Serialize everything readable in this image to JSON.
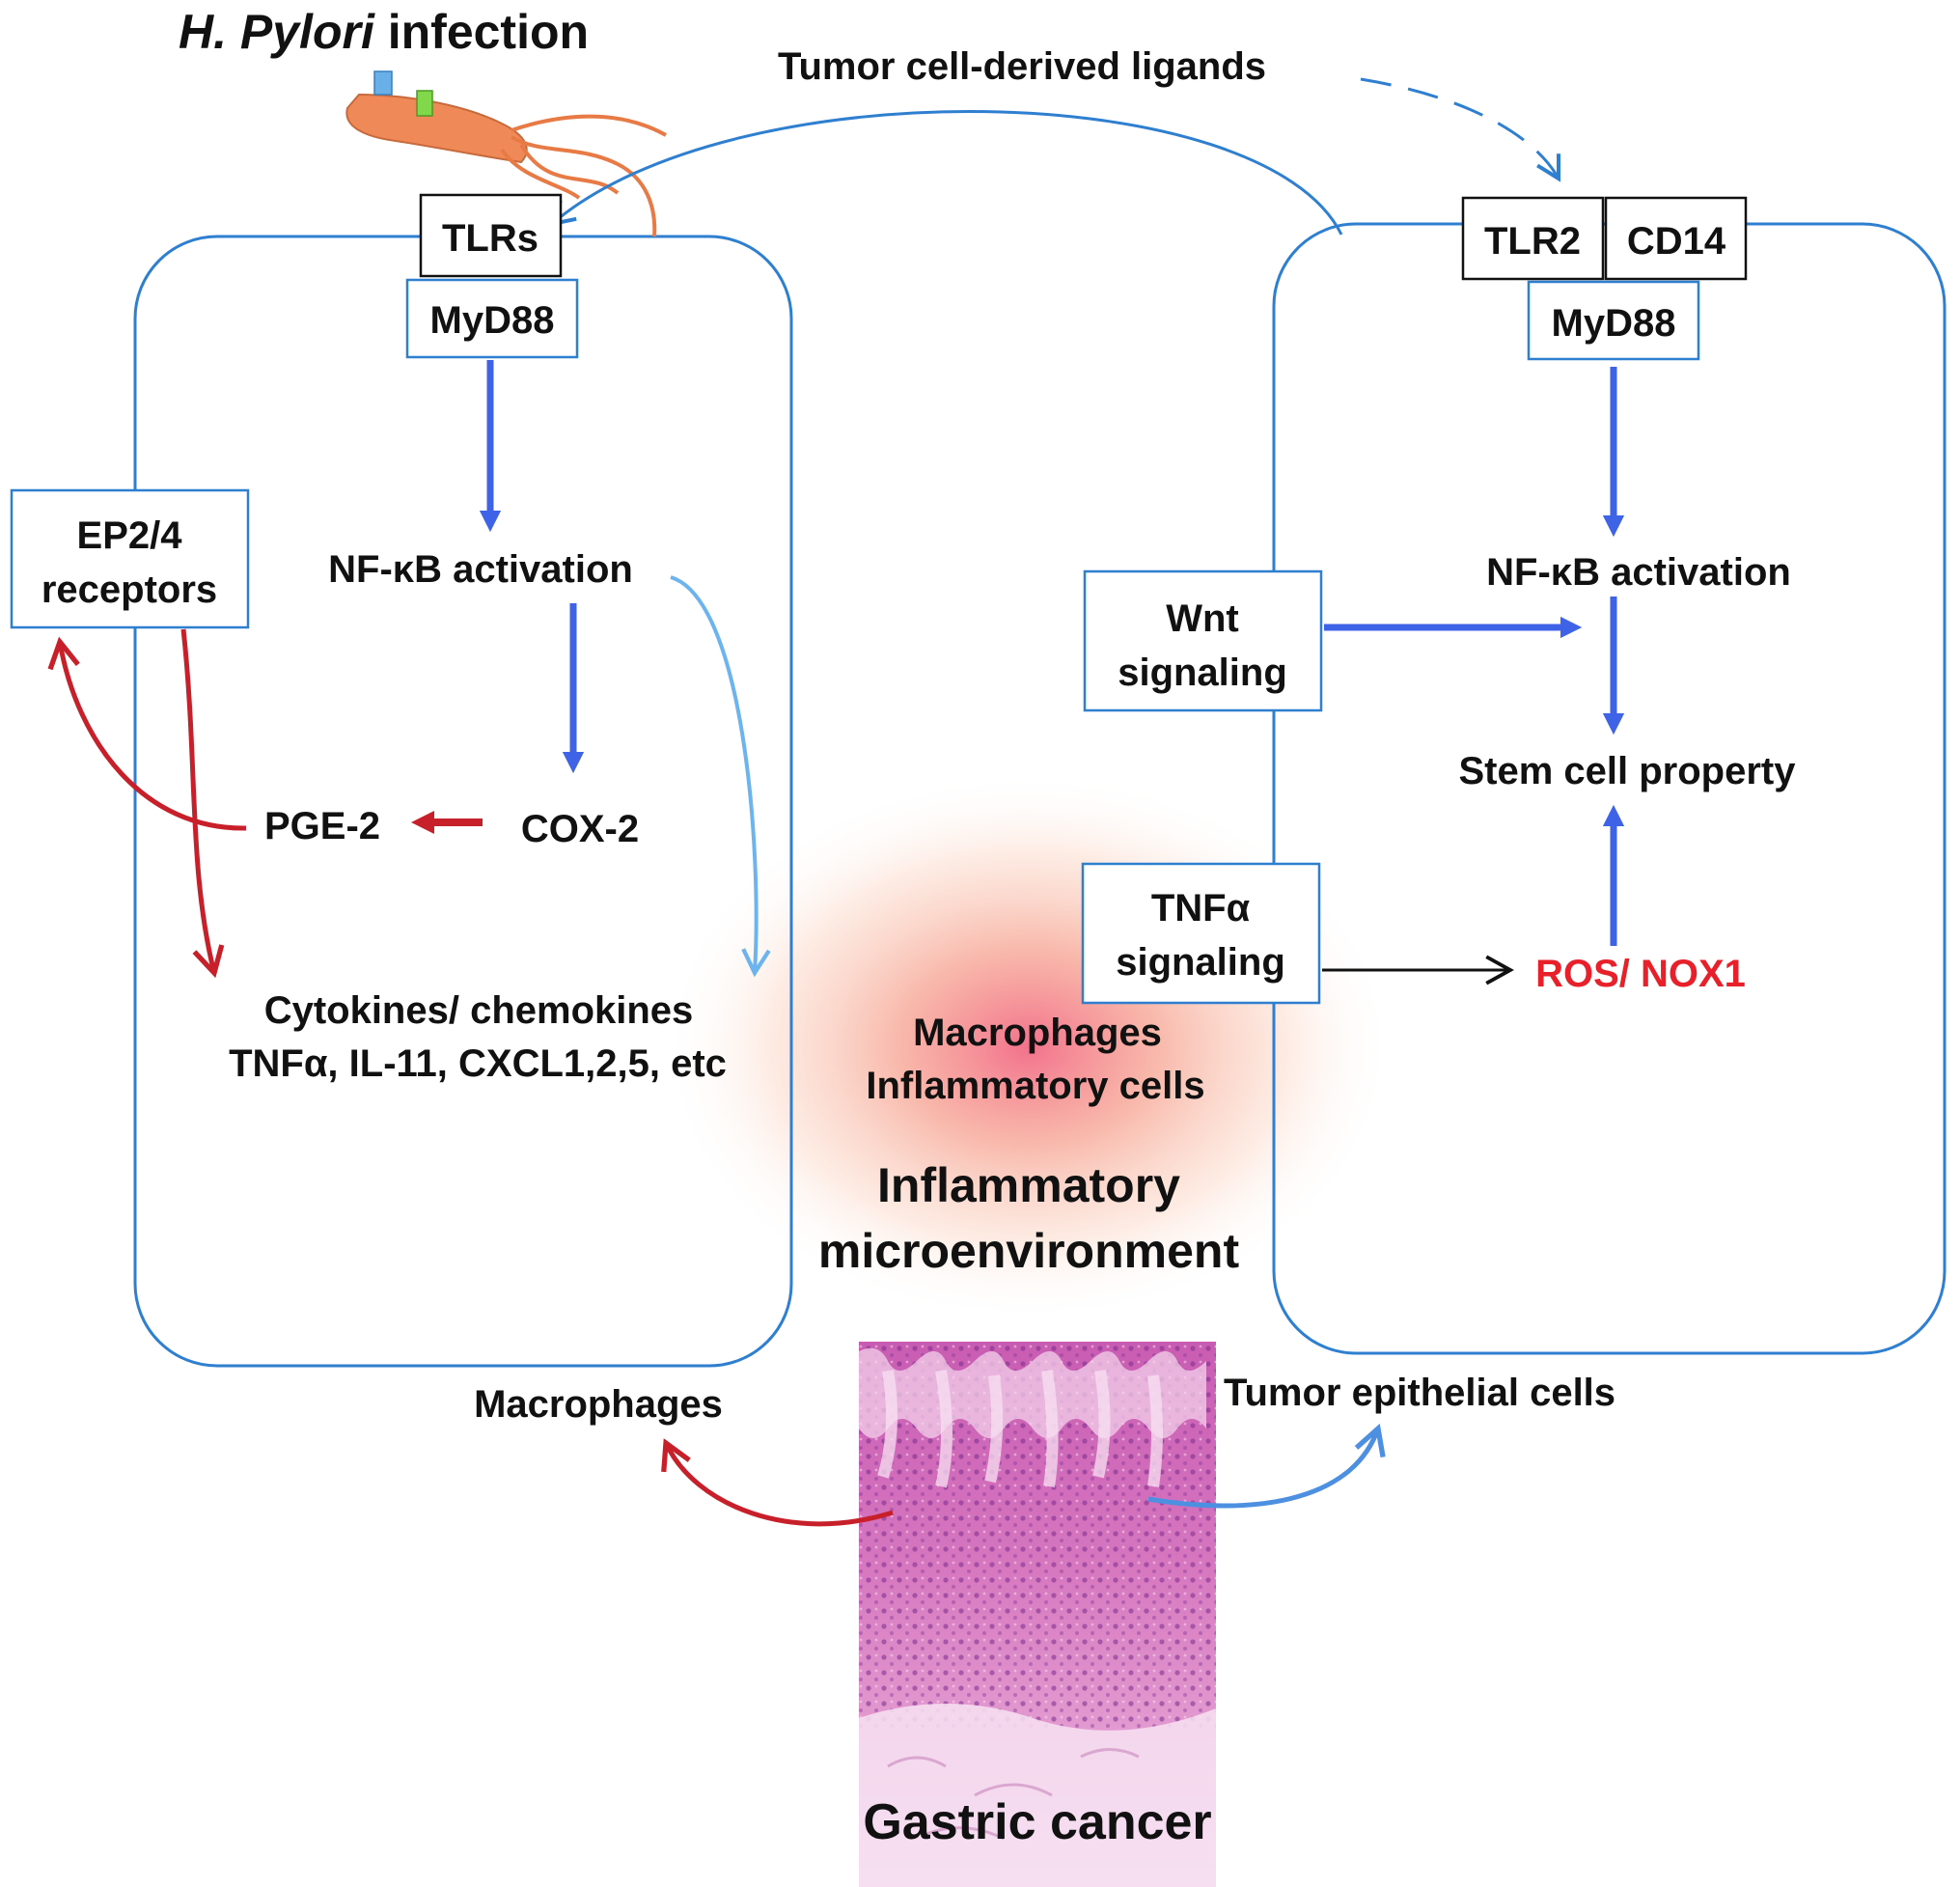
{
  "colors": {
    "cell_outline": "#2f7fd0",
    "pathway_blue": "#3f63e6",
    "light_blue": "#6cb4ef",
    "red_arrow": "#c8202a",
    "ros_red": "#e8202a",
    "bacterium": "#ef8a58",
    "glow": "#f4808a",
    "tissue": "#d87bc6"
  },
  "header": {
    "pathogen_italic": "H. Pylori",
    "pathogen_rest": " infection",
    "ligands": "Tumor cell-derived ligands"
  },
  "left_cell": {
    "receptor": "TLRs",
    "adaptor": "MyD88",
    "nfkb": "NF-κB activation",
    "cox": "COX-2",
    "pge": "PGE-2",
    "ep_line1": "EP2/4",
    "ep_line2": "receptors",
    "cytokines_line1": "Cytokines/ chemokines",
    "cytokines_line2": "TNFα, IL-11, CXCL1,2,5, etc",
    "caption": "Macrophages"
  },
  "right_cell": {
    "receptor1": "TLR2",
    "receptor2": "CD14",
    "adaptor": "MyD88",
    "nfkb": "NF-κB activation",
    "wnt_line1": "Wnt",
    "wnt_line2": "signaling",
    "stem": "Stem cell property",
    "tnf_line1": "TNFα",
    "tnf_line2": "signaling",
    "ros": "ROS/ NOX1",
    "caption": "Tumor epithelial cells"
  },
  "center": {
    "cells_line1": "Macrophages",
    "cells_line2": "Inflammatory cells",
    "env_line1": "Inflammatory",
    "env_line2": "microenvironment"
  },
  "tissue": {
    "label": "Gastric cancer"
  }
}
